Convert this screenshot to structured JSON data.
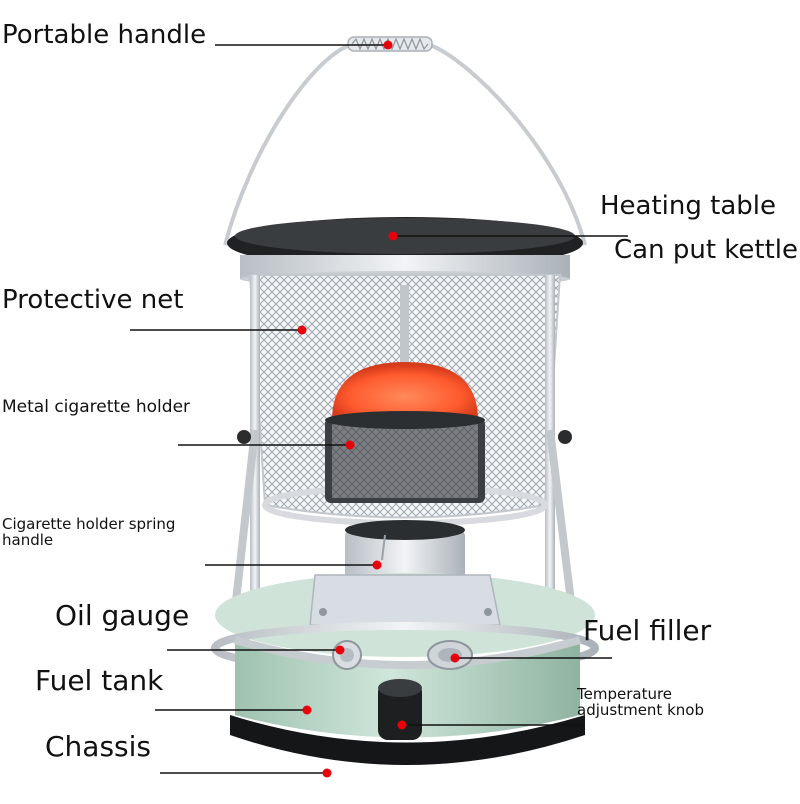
{
  "diagram": {
    "product": "kerosene heater",
    "colors": {
      "tank": "#b9d8c8",
      "tank_dark": "#8fb3a1",
      "flame": "#ff6a3d",
      "chrome": "#d9dde1",
      "dot": "#e8000b",
      "line": "#111111"
    },
    "labels": {
      "portable_handle": "Portable handle",
      "heating_table_line1": "Heating table",
      "heating_table_line2": "Can put kettle",
      "protective_net": "Protective net",
      "metal_cigarette_holder": "Metal cigarette holder",
      "cigarette_holder_spring_handle": "Cigarette holder spring handle",
      "oil_gauge": "Oil gauge",
      "fuel_filler": "Fuel filler",
      "fuel_tank": "Fuel tank",
      "temperature_adjustment_knob": "Temperature adjustment knob",
      "chassis": "Chassis"
    }
  }
}
